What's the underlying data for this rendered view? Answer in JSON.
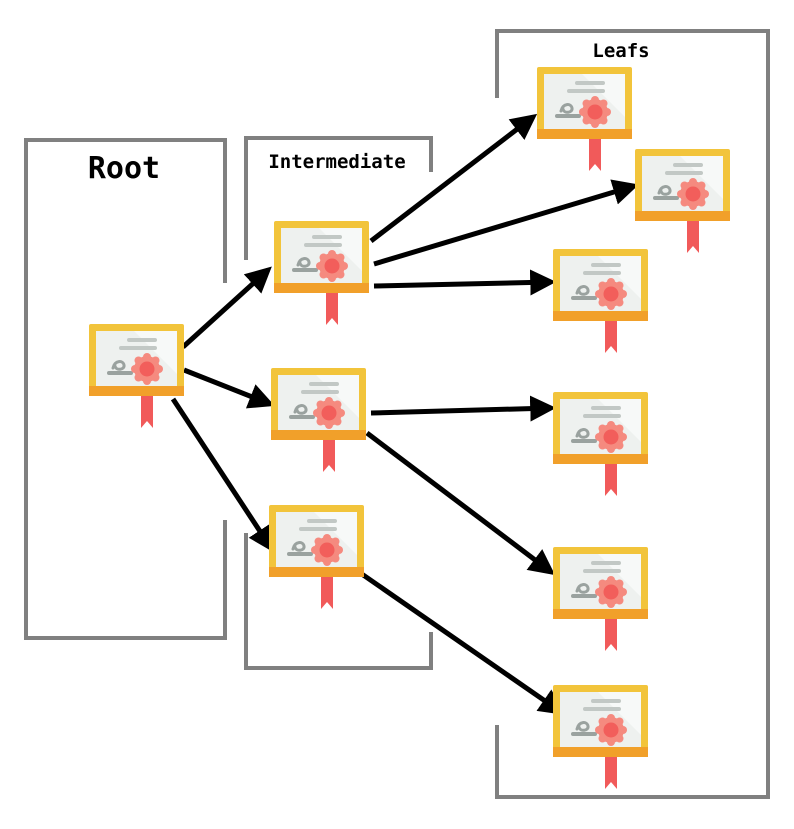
{
  "diagram": {
    "groups": {
      "root": {
        "label": "Root"
      },
      "intermediate": {
        "label": "Intermediate"
      },
      "leafs": {
        "label": "Leafs"
      }
    },
    "icon": "certificate-icon",
    "colors": {
      "frame": "#808080",
      "arrow": "#000000",
      "cert_border": "#f2c43b",
      "cert_bottom": "#f1a02a",
      "cert_paper": "#eef1ef",
      "cert_line": "#b4bbb8",
      "seal": "#f25e5b",
      "ribbon": "#f15a5a"
    }
  }
}
